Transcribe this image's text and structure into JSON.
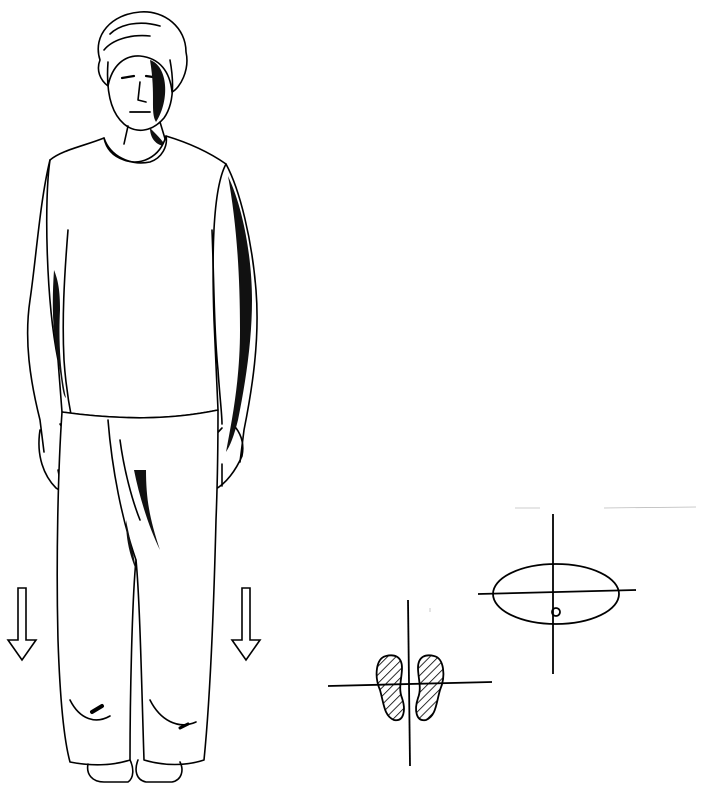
{
  "figure": {
    "background": "#ffffff",
    "ink": "#000000",
    "shade": "#1a1a1a",
    "elements": {
      "person": "standing-figure",
      "arrows": [
        "down-arrow-icon",
        "down-arrow-icon"
      ],
      "feet_diagram": "footprints-top-view",
      "balance_diagram": "center-of-gravity-ellipse"
    }
  }
}
